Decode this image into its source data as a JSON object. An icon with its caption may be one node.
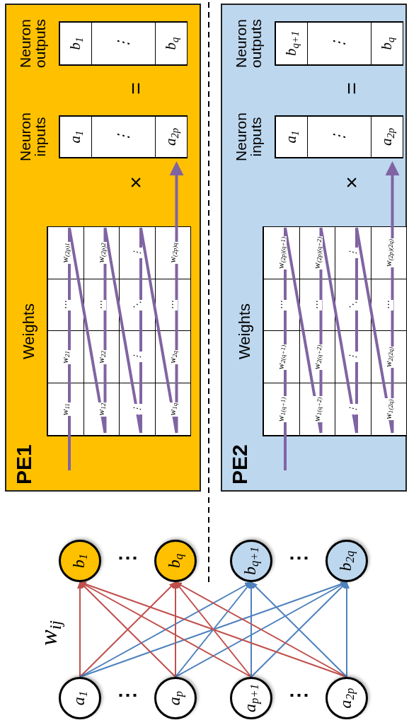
{
  "diagram": {
    "nodes": [
      {
        "text": [
          "PE1"
        ]
      },
      {
        "text": [
          "Weights"
        ],
        "in": 0
      },
      {
        "text": [
          "Neuron inputs"
        ],
        "in": 0
      },
      {
        "text": [
          "Neuron outputs"
        ],
        "in": 0
      },
      {
        "text": [
          "PE2"
        ]
      },
      {
        "text": [
          "Weights"
        ],
        "in": 4
      },
      {
        "text": [
          "Neuron inputs"
        ],
        "in": 4
      },
      {
        "text": [
          "Neuron outputs"
        ],
        "in": 4
      },
      {
        "text": [
          "a$_{1}$"
        ]
      },
      {
        "text": [
          "a$_{p}$"
        ]
      },
      {
        "text": [
          "a$_{p+1}$"
        ]
      },
      {
        "text": [
          "a$_{2p}$"
        ]
      },
      {
        "text": [
          "b$_{1}$"
        ]
      },
      {
        "text": [
          "b$_{q}$"
        ]
      },
      {
        "text": [
          "b$_{q+1}$"
        ]
      },
      {
        "text": [
          "b$_{2q}$"
        ]
      }
    ],
    "edges": [
      {
        "from": 8,
        "to": 12,
        "arrow": "to",
        "color": "#c0504d"
      },
      {
        "from": 8,
        "to": 13,
        "arrow": "to",
        "color": "#c0504d"
      },
      {
        "from": 8,
        "to": 14,
        "arrow": "to",
        "color": "#4f81bd"
      },
      {
        "from": 8,
        "to": 15,
        "arrow": "to",
        "color": "#4f81bd"
      },
      {
        "from": 9,
        "to": 12,
        "arrow": "to",
        "color": "#c0504d"
      },
      {
        "from": 9,
        "to": 13,
        "arrow": "to",
        "color": "#c0504d"
      },
      {
        "from": 9,
        "to": 14,
        "arrow": "to",
        "color": "#4f81bd"
      },
      {
        "from": 9,
        "to": 15,
        "arrow": "to",
        "color": "#4f81bd"
      },
      {
        "from": 10,
        "to": 12,
        "arrow": "to",
        "color": "#c0504d"
      },
      {
        "from": 10,
        "to": 13,
        "arrow": "to",
        "color": "#c0504d"
      },
      {
        "from": 10,
        "to": 14,
        "arrow": "to",
        "color": "#4f81bd"
      },
      {
        "from": 10,
        "to": 15,
        "arrow": "to",
        "color": "#4f81bd"
      },
      {
        "from": 11,
        "to": 12,
        "arrow": "to",
        "color": "#c0504d"
      },
      {
        "from": 11,
        "to": 13,
        "arrow": "to",
        "color": "#c0504d"
      },
      {
        "from": 11,
        "to": 14,
        "arrow": "to",
        "color": "#4f81bd"
      },
      {
        "from": 11,
        "to": 15,
        "arrow": "to",
        "color": "#4f81bd"
      }
    ],
    "labels": [
      "w$_{11}$",
      "w$_{21}$",
      "⋯",
      "w$_{(2p)1}$",
      "w$_{12}$",
      "w$_{22}$",
      "⋯",
      "w$_{(2p)2}$",
      "⋮",
      "⋮",
      "⋱",
      "⋮",
      "w$_{1q}$",
      "w$_{2q}$",
      "⋯",
      "w$_{(2p)q}$",
      "a$_{1}$",
      "⋮",
      "a$_{2p}$",
      "×",
      "b$_{1}$",
      "⋮",
      "b$_{q}$",
      "=",
      "w$_{1(q+1)}$",
      "w$_{2(q+1)}$",
      "⋯",
      "w$_{(2p)(q+1)}$",
      "w$_{1(q+2)}$",
      "w$_{2(q+2)}$",
      "⋯",
      "w$_{(2p)(q+2)}$",
      "⋮",
      "⋮",
      "⋱",
      "⋮",
      "w$_{1(2q)}$",
      "w$_{2(2q)}$",
      "⋯",
      "w$_{(2p)(2q)}$",
      "a$_{1}$",
      "⋮",
      "a$_{2p}$",
      "×",
      "b$_{q+1}$",
      "⋮",
      "b$_{q}$",
      "=",
      "⋮",
      "⋮",
      "⋮",
      "⋮",
      "w$_{ij}$"
    ]
  }
}
